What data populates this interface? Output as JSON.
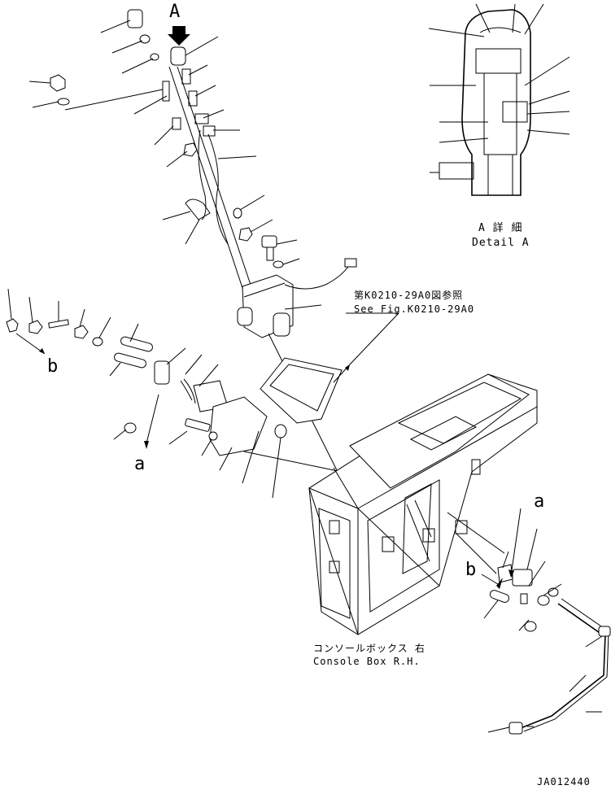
{
  "view_labels": {
    "view_a": "A",
    "ref_a_left": "a",
    "ref_a_right": "a",
    "ref_b_left": "b",
    "ref_b_right": "b"
  },
  "detail": {
    "title_jp": "A 詳 細",
    "title_en": "Detail A"
  },
  "reference": {
    "jp": "第K0210-29A0図参照",
    "en": "See Fig.K0210-29A0"
  },
  "console": {
    "jp": "コンソールボックス 右",
    "en": "Console Box R.H."
  },
  "drawing_id": "JA012440"
}
